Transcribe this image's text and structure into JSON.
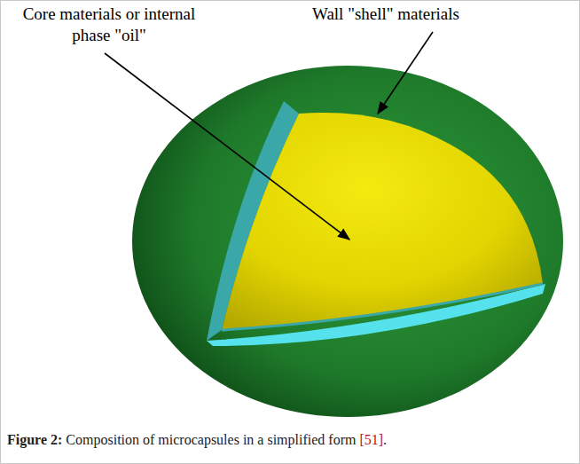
{
  "diagram": {
    "caption": "Figure 2: Composition of microcapsules in a simplified form [51].",
    "labels": [
      "Core materials or internal phase \"oil\"",
      "Wall \"shell\" materials"
    ]
  }
}
